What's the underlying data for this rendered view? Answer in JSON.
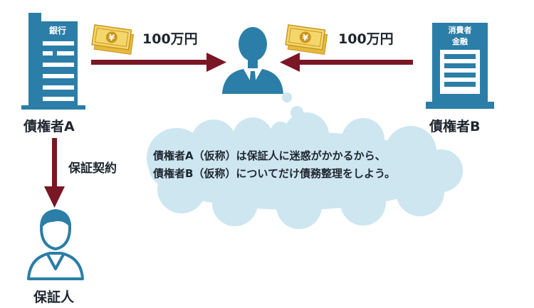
{
  "bank_a": {
    "sign": "銀行",
    "label": "債権者A"
  },
  "bank_b": {
    "sign_line1": "消費者",
    "sign_line2": "金融",
    "label": "債権者B"
  },
  "loan_a": {
    "amount": "100万円",
    "yen_symbol": "¥"
  },
  "loan_b": {
    "amount": "100万円",
    "yen_symbol": "¥"
  },
  "guarantee": {
    "contract": "保証契約",
    "guarantor_label": "保証人"
  },
  "thought": {
    "line1": "債権者A（仮称）は保証人に迷惑がかかるから、",
    "line2": "債権者B（仮称）についてだけ債務整理をしよう。"
  },
  "colors": {
    "arrow": "#7a1724",
    "building": "#2b7ea7",
    "person": "#2b7ea7",
    "cloud": "#cde6f0",
    "money": "#e8c34a"
  },
  "icons": [
    "bank-building-icon",
    "finance-building-icon",
    "money-icon",
    "businessman-icon",
    "guarantor-icon",
    "arrow-icon",
    "thought-cloud-icon"
  ]
}
